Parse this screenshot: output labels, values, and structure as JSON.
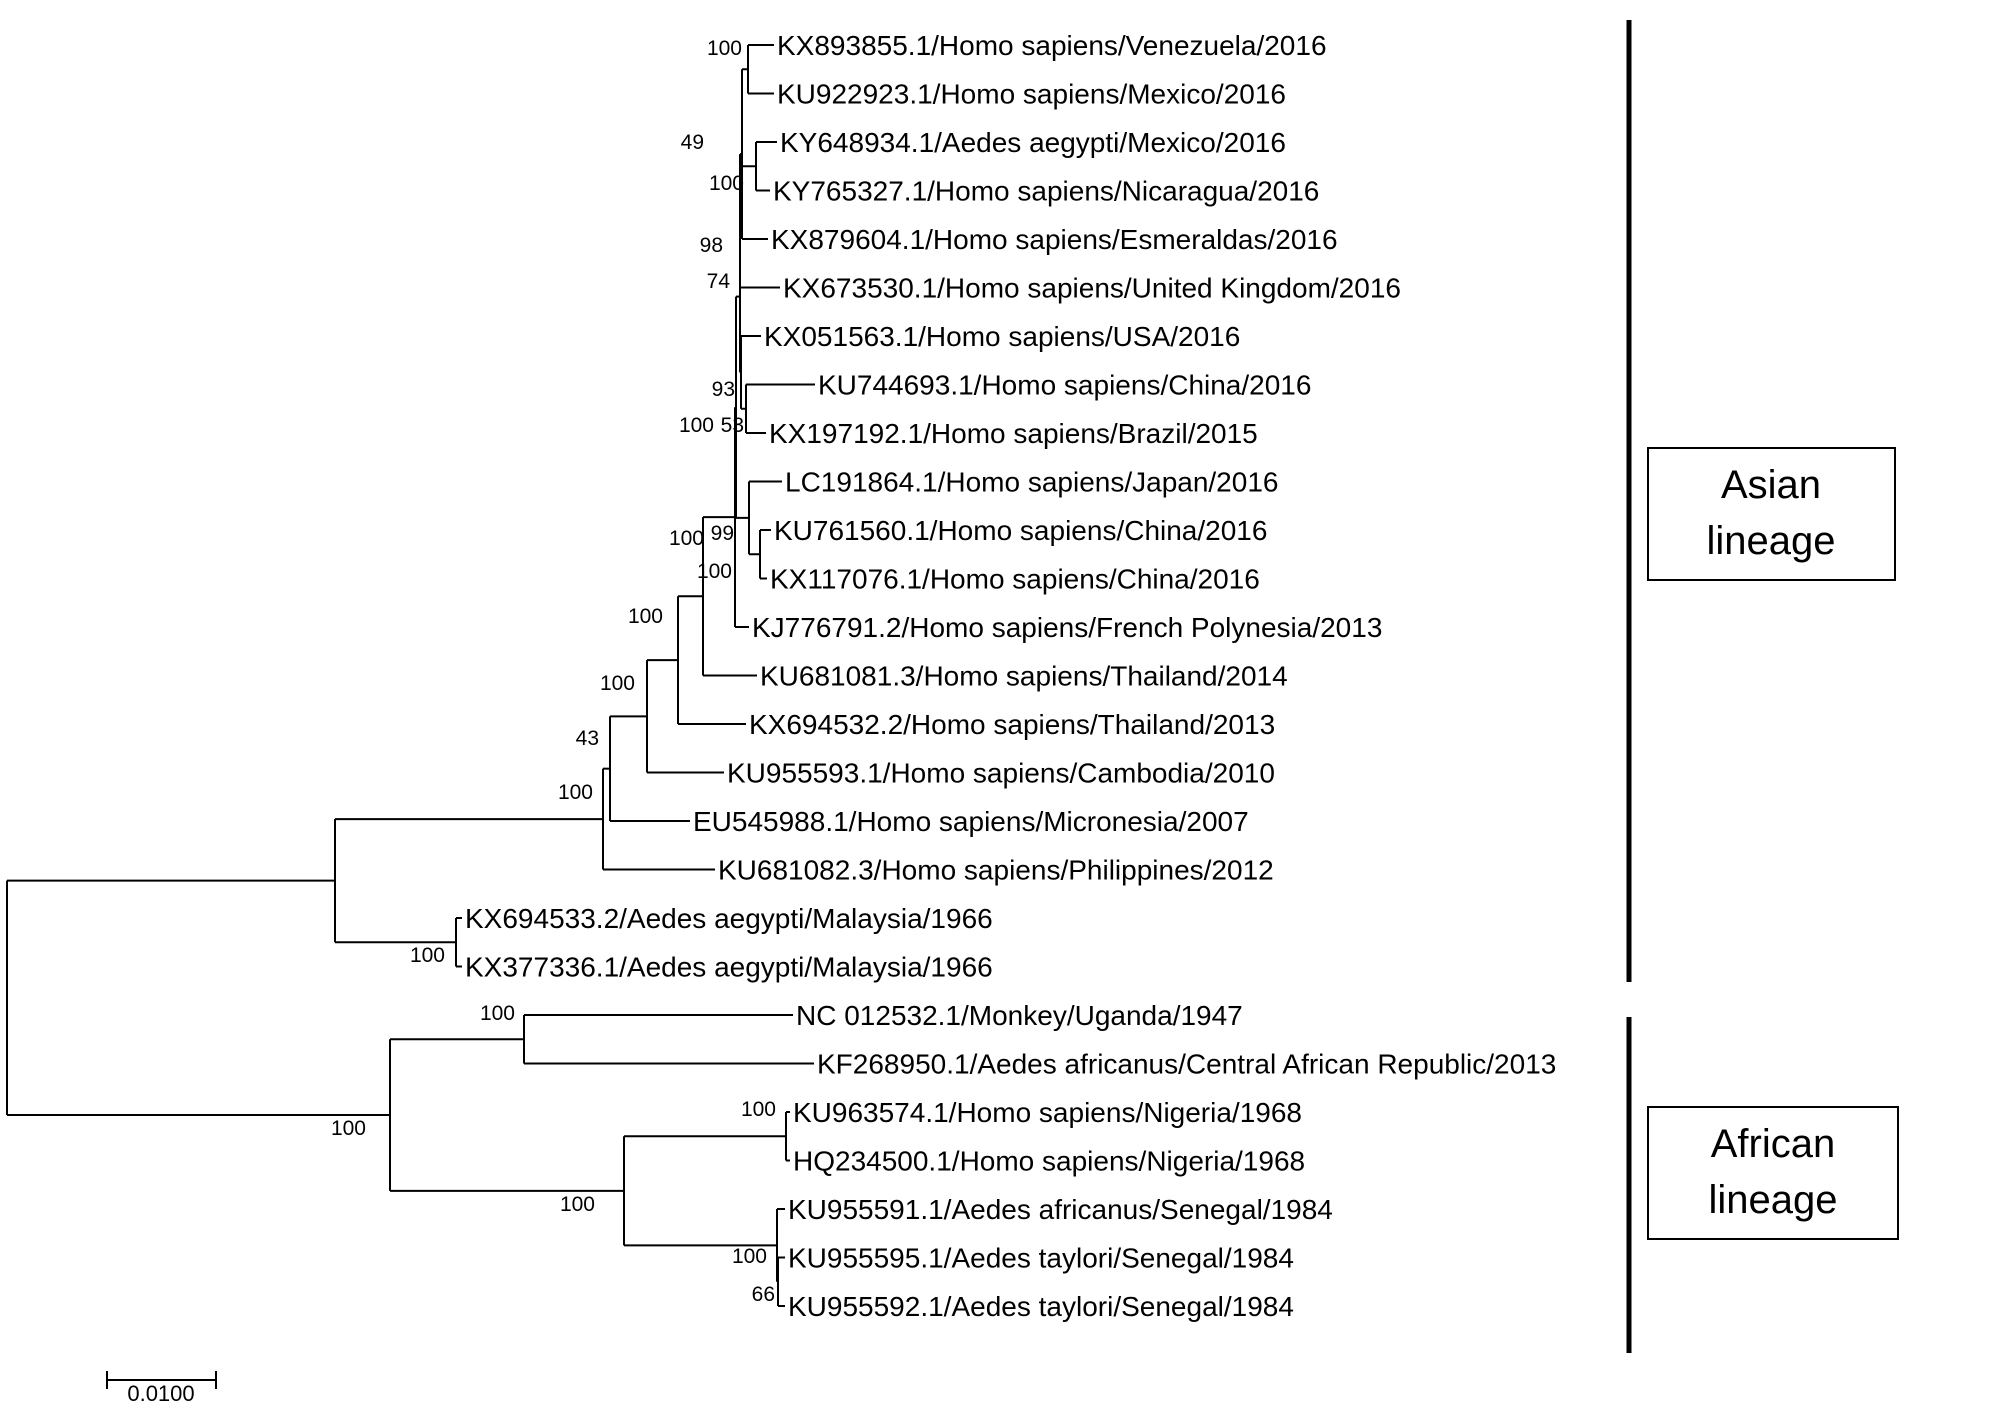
{
  "leaves": [
    {
      "label": "KX893855.1/Homo sapiens/Venezuela/2016"
    },
    {
      "label": "KU922923.1/Homo sapiens/Mexico/2016"
    },
    {
      "label": "KY648934.1/Aedes aegypti/Mexico/2016"
    },
    {
      "label": "KY765327.1/Homo sapiens/Nicaragua/2016"
    },
    {
      "label": "KX879604.1/Homo sapiens/Esmeraldas/2016"
    },
    {
      "label": "KX673530.1/Homo sapiens/United Kingdom/2016"
    },
    {
      "label": "KX051563.1/Homo sapiens/USA/2016"
    },
    {
      "label": "KU744693.1/Homo sapiens/China/2016"
    },
    {
      "label": "KX197192.1/Homo sapiens/Brazil/2015"
    },
    {
      "label": "LC191864.1/Homo sapiens/Japan/2016"
    },
    {
      "label": "KU761560.1/Homo sapiens/China/2016"
    },
    {
      "label": "KX117076.1/Homo sapiens/China/2016"
    },
    {
      "label": "KJ776791.2/Homo sapiens/French Polynesia/2013"
    },
    {
      "label": "KU681081.3/Homo sapiens/Thailand/2014"
    },
    {
      "label": "KX694532.2/Homo sapiens/Thailand/2013"
    },
    {
      "label": "KU955593.1/Homo sapiens/Cambodia/2010"
    },
    {
      "label": "EU545988.1/Homo sapiens/Micronesia/2007"
    },
    {
      "label": "KU681082.3/Homo sapiens/Philippines/2012"
    },
    {
      "label": "KX694533.2/Aedes aegypti/Malaysia/1966"
    },
    {
      "label": "KX377336.1/Aedes aegypti/Malaysia/1966"
    },
    {
      "label": "NC 012532.1/Monkey/Uganda/1947"
    },
    {
      "label": "KF268950.1/Aedes africanus/Central African Republic/2013"
    },
    {
      "label": "KU963574.1/Homo sapiens/Nigeria/1968"
    },
    {
      "label": "HQ234500.1/Homo sapiens/Nigeria/1968"
    },
    {
      "label": "KU955591.1/Aedes africanus/Senegal/1984"
    },
    {
      "label": "KU955595.1/Aedes taylori/Senegal/1984"
    },
    {
      "label": "KU955592.1/Aedes taylori/Senegal/1984"
    }
  ],
  "support_values": [
    "100",
    "49",
    "100",
    "98",
    "74",
    "93",
    "100",
    "53",
    "99",
    "100",
    "100",
    "100",
    "100",
    "43",
    "100",
    "100",
    "100",
    "100",
    "100",
    "100",
    "100",
    "66"
  ],
  "scale_bar": {
    "label": "0.0100"
  },
  "lineages": [
    {
      "line1": "Asian",
      "line2": "lineage"
    },
    {
      "line1": "African",
      "line2": "lineage"
    }
  ]
}
